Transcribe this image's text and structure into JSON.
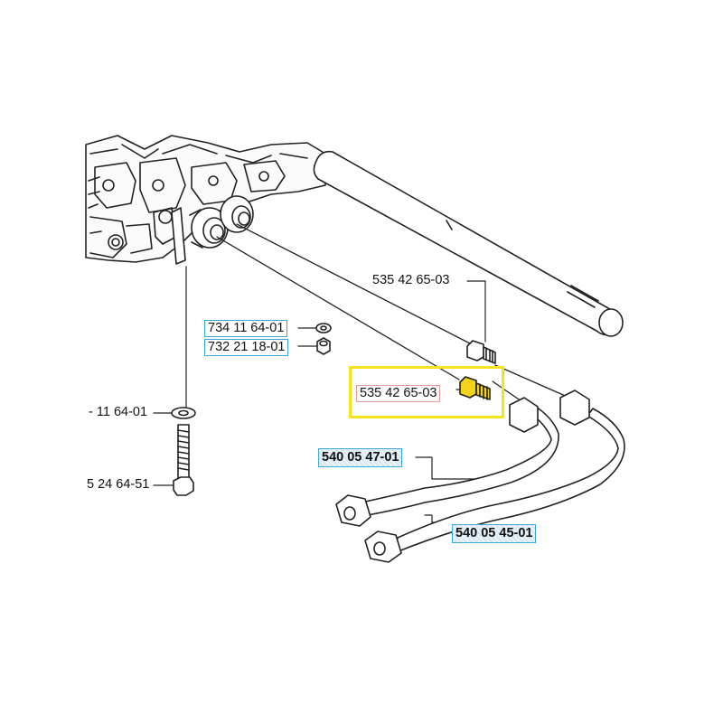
{
  "diagram": {
    "part_labels": [
      {
        "id": "p1",
        "text": "535 42 65-03"
      },
      {
        "id": "p2",
        "text": "734 11 64-01"
      },
      {
        "id": "p3",
        "text": "732 21 18-01"
      },
      {
        "id": "p4",
        "text": "535 42 65-03"
      },
      {
        "id": "p5",
        "text": "- 11 64-01"
      },
      {
        "id": "p6",
        "text": "540 05 47-01"
      },
      {
        "id": "p7",
        "text": "5 24 64-51"
      },
      {
        "id": "p8",
        "text": "540 05 45-01"
      }
    ],
    "highlighted_part": "535 42 65-03"
  },
  "colors": {
    "highlight": "#f6e31a",
    "label_border": "#3aa8d8",
    "fitting_highlight": "#f3d21c"
  }
}
